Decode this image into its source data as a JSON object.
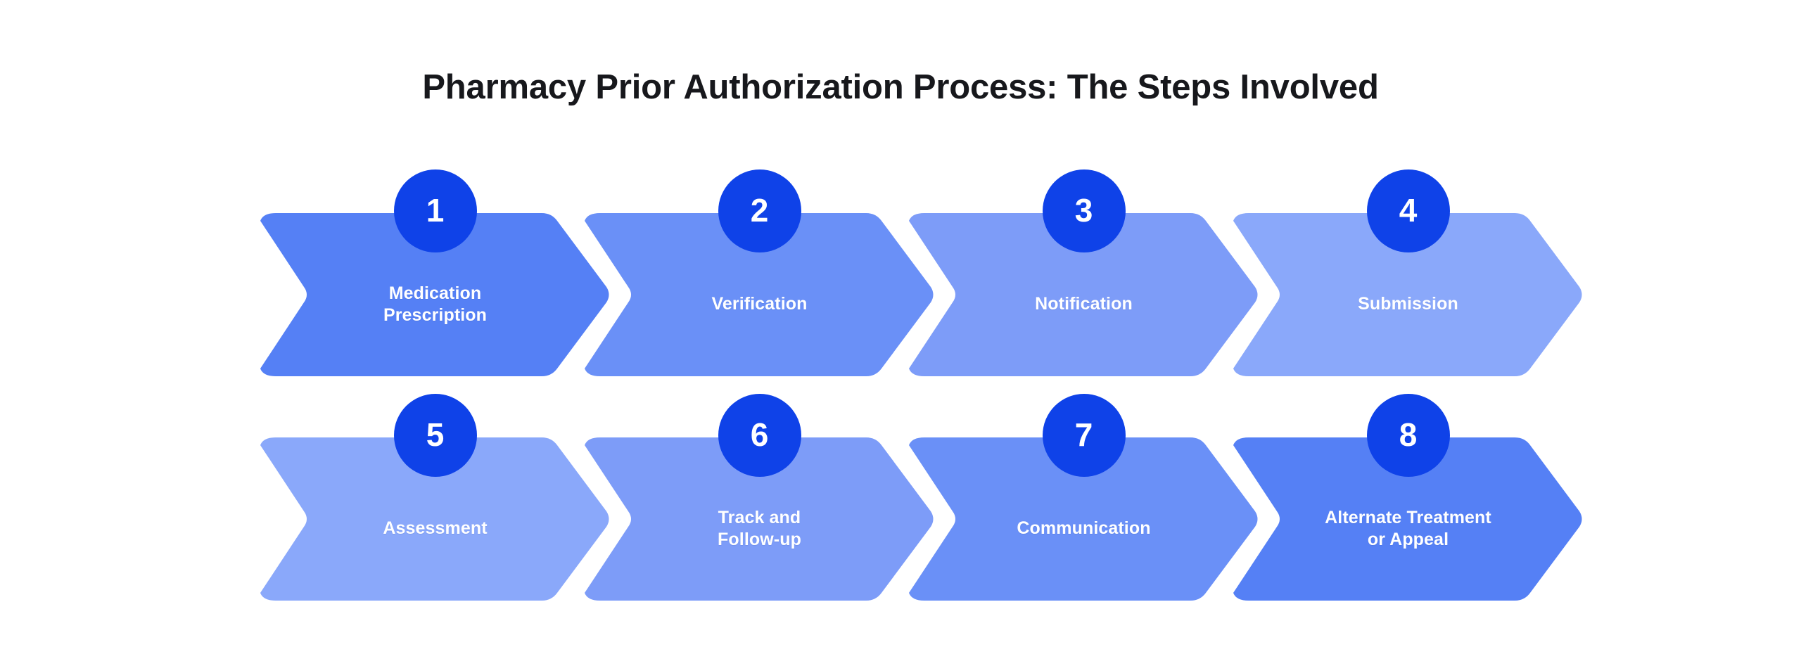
{
  "title": "Pharmacy Prior Authorization Process: The Steps Involved",
  "colors": {
    "background": "#ffffff",
    "title_text": "#17181c",
    "badge_fill": "#0f42e8",
    "badge_text": "#ffffff",
    "step_label_text": "#ffffff"
  },
  "chart_data": {
    "type": "process-flow",
    "title": "Pharmacy Prior Authorization Process: The Steps Involved",
    "orientation": "left-to-right, two rows of four",
    "shape": "chevron",
    "step_count": 8,
    "rows": 2,
    "columns": 4,
    "steps": [
      {
        "number": "1",
        "label": "Medication\nPrescription",
        "color": "#5580f5",
        "row": 1,
        "column": 1
      },
      {
        "number": "2",
        "label": "Verification",
        "color": "#6a90f7",
        "row": 1,
        "column": 2
      },
      {
        "number": "3",
        "label": "Notification",
        "color": "#7d9cf8",
        "row": 1,
        "column": 3
      },
      {
        "number": "4",
        "label": "Submission",
        "color": "#8aa8fa",
        "row": 1,
        "column": 4
      },
      {
        "number": "5",
        "label": "Assessment",
        "color": "#8aa8fa",
        "row": 2,
        "column": 1
      },
      {
        "number": "6",
        "label": "Track and\nFollow-up",
        "color": "#7d9cf8",
        "row": 2,
        "column": 2
      },
      {
        "number": "7",
        "label": "Communication",
        "color": "#6a90f7",
        "row": 2,
        "column": 3
      },
      {
        "number": "8",
        "label": "Alternate Treatment\nor Appeal",
        "color": "#5580f5",
        "row": 2,
        "column": 4
      }
    ]
  }
}
